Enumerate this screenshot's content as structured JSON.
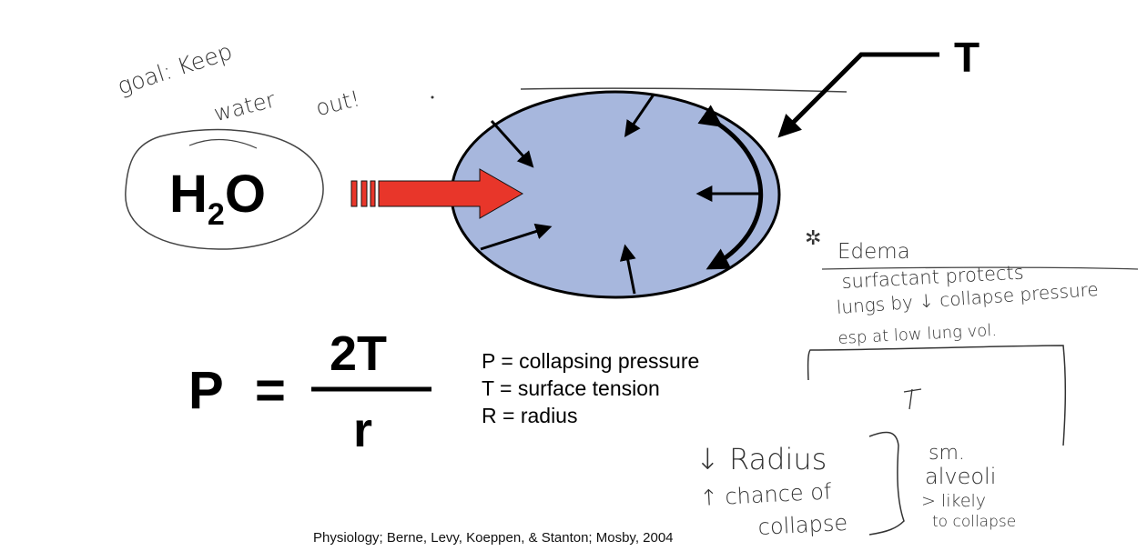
{
  "tension_label": "T",
  "molecule": {
    "h": "H",
    "sub": "2",
    "o": "O"
  },
  "goal_note": {
    "line1": "goal: Keep",
    "line2": "water",
    "line3": "out!"
  },
  "equation": {
    "lhs": "P",
    "eq": "=",
    "numerator": "2T",
    "denominator": "r"
  },
  "legend": [
    "P = collapsing pressure",
    "T = surface tension",
    "R = radius"
  ],
  "edema_note": {
    "title": "Edema",
    "lines": [
      "surfactant protects",
      "lungs by ↓ collapse pressure",
      "esp at low lung vol."
    ]
  },
  "radius_note": {
    "line1": "↓ Radius",
    "line2": "↑ chance of",
    "line3": "collapse"
  },
  "small_note": {
    "line1": "sm.",
    "line2": "alveoli",
    "line3": "> likely",
    "line4": "to collapse"
  },
  "citation": "Physiology; Berne, Levy, Koeppen, & Stanton; Mosby, 2004",
  "colors": {
    "alveolus_fill": "#a7b7dd",
    "influx_arrow": "#e8362a",
    "ink": "#000000"
  }
}
